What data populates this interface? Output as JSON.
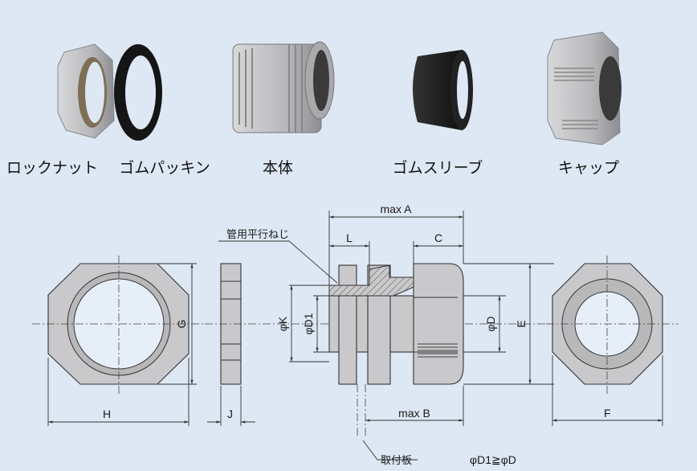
{
  "components": [
    {
      "label": "ロックナット"
    },
    {
      "label": "ゴムパッキン"
    },
    {
      "label": "本体"
    },
    {
      "label": "ゴムスリーブ"
    },
    {
      "label": "キャップ"
    }
  ],
  "dimensions": {
    "max_a": "max  A",
    "l": "L",
    "c": "C",
    "max_b": "max  B",
    "h": "H",
    "j": "J",
    "g": "G",
    "e": "E",
    "f": "F",
    "phi_k": "φK",
    "phi_d1": "φD1",
    "phi_d": "φD"
  },
  "annotations": {
    "thread": "管用平行ねじ",
    "mounting_plate": "取付板",
    "condition": "φD1≧φD"
  },
  "colors": {
    "background": "#dde8f4",
    "part": "#c9c9cc",
    "rubber": "#1c1c1c"
  }
}
